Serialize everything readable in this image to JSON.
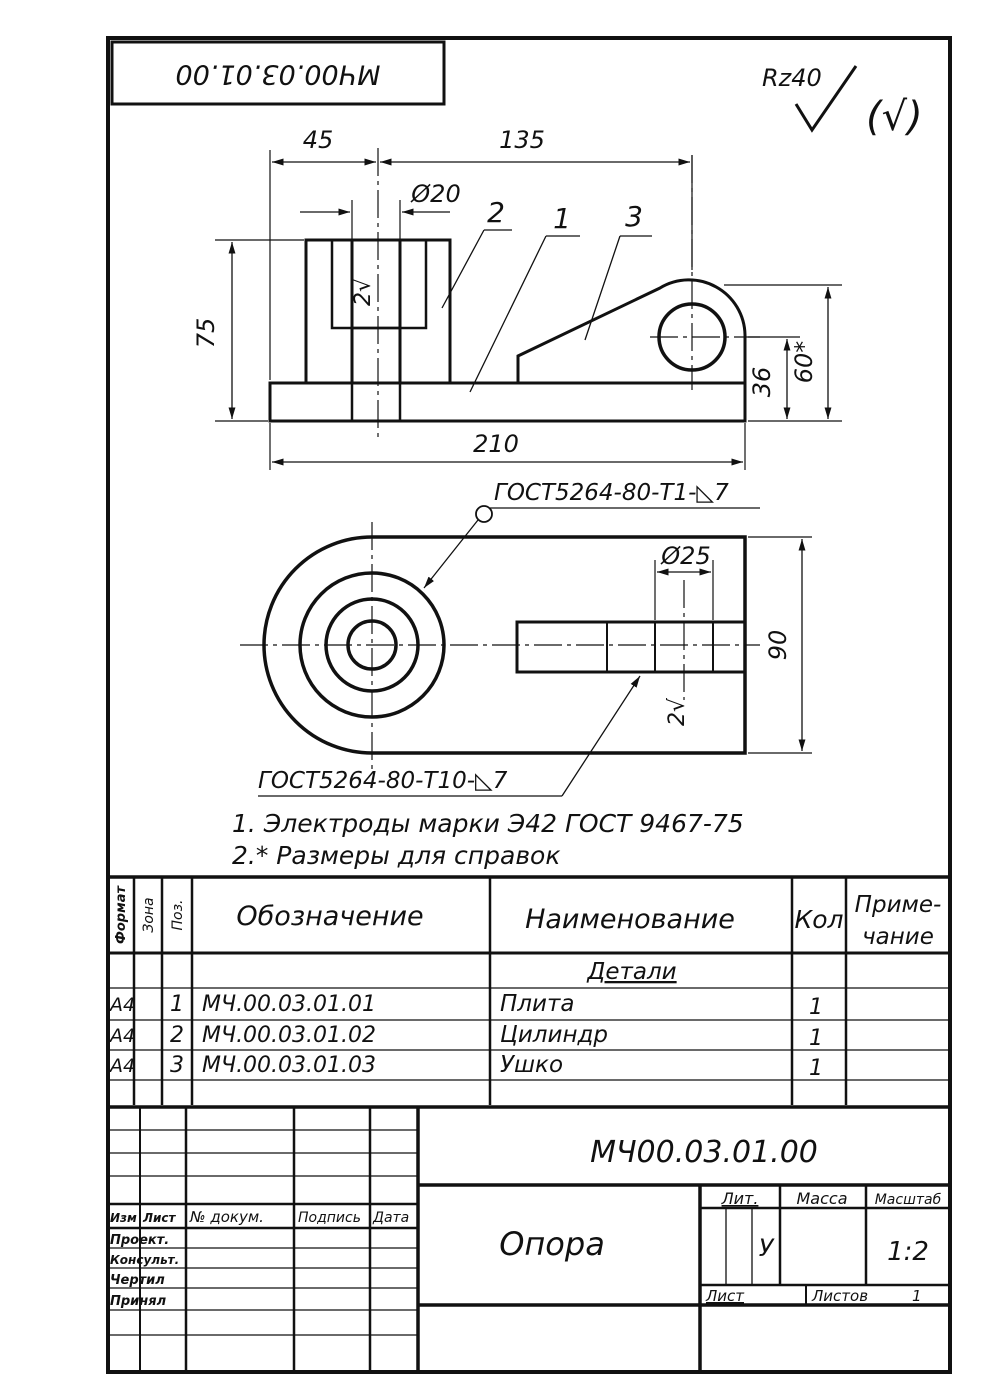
{
  "stamp_code_rotated": "МЧ00.03.01.00",
  "roughness": {
    "general": "Rz40",
    "check_paren": "(√)",
    "local_mark": "2√"
  },
  "dimensions": {
    "d45": "45",
    "d135": "135",
    "d_phi20": "Ø20",
    "d75": "75",
    "d36": "36",
    "d60": "60*",
    "d210": "210",
    "d_phi25": "Ø25",
    "d90": "90"
  },
  "position_numbers": [
    "2",
    "1",
    "3"
  ],
  "welds": {
    "top": "ГОСТ5264-80-Т1-◺7",
    "bottom": "ГОСТ5264-80-Т10-◺7"
  },
  "notes": [
    "1. Электроды марки Э42 ГОСТ 9467-75",
    "2.* Размеры для справок"
  ],
  "spec": {
    "headers": {
      "format": "Формат",
      "zone": "Зона",
      "pos": "Поз.",
      "designation": "Обозначение",
      "name": "Наименование",
      "qty": "Кол",
      "note_line1": "Приме-",
      "note_line2": "чание"
    },
    "section": "Детали",
    "rows": [
      {
        "format": "А4",
        "pos": "1",
        "designation": "МЧ.00.03.01.01",
        "name": "Плита",
        "qty": "1"
      },
      {
        "format": "А4",
        "pos": "2",
        "designation": "МЧ.00.03.01.02",
        "name": "Цилиндр",
        "qty": "1"
      },
      {
        "format": "А4",
        "pos": "3",
        "designation": "МЧ.00.03.01.03",
        "name": "Ушко",
        "qty": "1"
      }
    ]
  },
  "title_block": {
    "code": "МЧ00.03.01.00",
    "title": "Опора",
    "col_labels": [
      "Изм",
      "Лист",
      "№ докум.",
      "Подпись",
      "Дата"
    ],
    "roles": [
      "Проект.",
      "Консульт.",
      "Чертил",
      "Принял"
    ],
    "lit_label": "Лит.",
    "lit_value": "У",
    "mass_label": "Масса",
    "scale_label": "Масштаб",
    "scale_value": "1:2",
    "sheet_label": "Лист",
    "sheets_label": "Листов",
    "sheets_value": "1"
  },
  "colors": {
    "ink": "#111111",
    "paper": "#ffffff"
  }
}
